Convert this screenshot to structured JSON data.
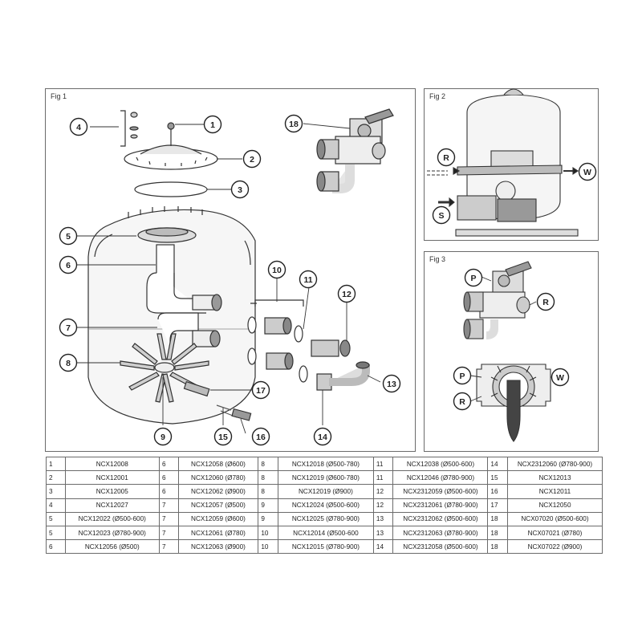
{
  "figures": {
    "fig1": {
      "label": "Fig 1"
    },
    "fig2": {
      "label": "Fig 2"
    },
    "fig3": {
      "label": "Fig 3"
    }
  },
  "fig1_callouts": [
    "1",
    "2",
    "3",
    "4",
    "5",
    "6",
    "7",
    "8",
    "9",
    "10",
    "11",
    "12",
    "13",
    "14",
    "15",
    "16",
    "17",
    "18"
  ],
  "fig2_callouts": {
    "r": "R",
    "w": "W",
    "s": "S"
  },
  "fig3_callouts": {
    "p_top": "P",
    "r_top": "R",
    "p_bottom": "P",
    "w_bottom": "W",
    "r_bottom": "R"
  },
  "parts_table": {
    "rows": [
      [
        "1",
        "NCX12008",
        "6",
        "NCX12058 (Ø600)",
        "8",
        "NCX12018 (Ø500-780)",
        "11",
        "NCX12038 (Ø500-600)",
        "14",
        "NCX2312060 (Ø780-900)"
      ],
      [
        "2",
        "NCX12001",
        "6",
        "NCX12060 (Ø780)",
        "8",
        "NCX12019 (Ø600-780)",
        "11",
        "NCX12046 (Ø780-900)",
        "15",
        "NCX12013"
      ],
      [
        "3",
        "NCX12005",
        "6",
        "NCX12062 (Ø900)",
        "8",
        "NCX12019 (Ø900)",
        "12",
        "NCX2312059 (Ø500-600)",
        "16",
        "NCX12011"
      ],
      [
        "4",
        "NCX12027",
        "7",
        "NCX12057 (Ø500)",
        "9",
        "NCX12024 (Ø500-600)",
        "12",
        "NCX2312061 (Ø780-900)",
        "17",
        "NCX12050"
      ],
      [
        "5",
        "NCX12022 (Ø500-600)",
        "7",
        "NCX12059 (Ø600)",
        "9",
        "NCX12025 (Ø780-900)",
        "13",
        "NCX2312062 (Ø500-600)",
        "18",
        "NCX07020 (Ø500-600)"
      ],
      [
        "5",
        "NCX12023 (Ø780-900)",
        "7",
        "NCX12061 (Ø780)",
        "10",
        "NCX12014 (Ø500-600",
        "13",
        "NCX2312063 (Ø780-900)",
        "18",
        "NCX07021 (Ø780)"
      ],
      [
        "6",
        "NCX12056 (Ø500)",
        "7",
        "NCX12063 (Ø900)",
        "10",
        "NCX12015 (Ø780-900)",
        "14",
        "NCX2312058 (Ø500-600)",
        "18",
        "NCX07022 (Ø900)"
      ]
    ]
  }
}
